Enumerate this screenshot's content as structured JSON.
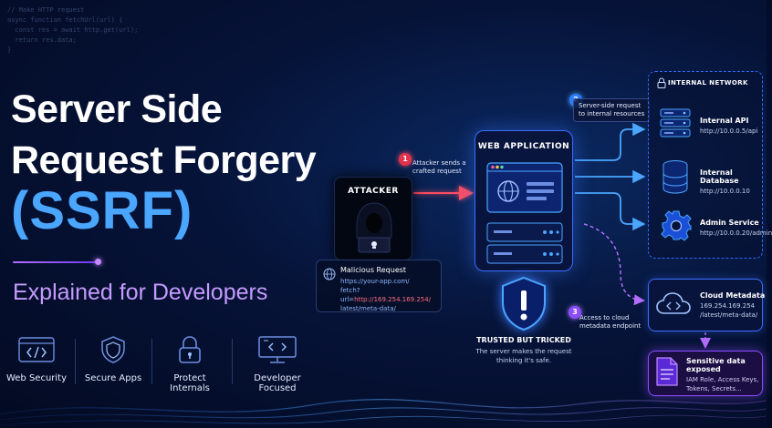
{
  "code_lines": [
    "// Make HTTP request",
    "async function fetchUrl(url) {",
    "  const res = await http.get(url);",
    "  return res.data;",
    "}"
  ],
  "title": {
    "line1": "Server Side",
    "line2": "Request Forgery",
    "acronym": "(SSRF)",
    "subtitle": "Explained for Developers"
  },
  "features": [
    {
      "label": "Web Security",
      "icon": "code-window-icon"
    },
    {
      "label": "Secure Apps",
      "icon": "shield-icon"
    },
    {
      "label": "Protect Internals",
      "icon": "lock-icon"
    },
    {
      "label": "Developer Focused",
      "icon": "monitor-code-icon"
    }
  ],
  "attacker": {
    "label": "ATTACKER"
  },
  "malicious_request": {
    "heading": "Malicious Request",
    "url_line1": "https://your-app.com/",
    "url_line2_prefix": "fetch?url=",
    "url_line2_red": "http://169.254.169.254/",
    "url_line3": "latest/meta-data/"
  },
  "step1": {
    "num": "1",
    "text_line1": "Attacker sends a",
    "text_line2": "crafted request"
  },
  "step2": {
    "num": "2",
    "text_line1": "Server-side request",
    "text_line2": "to internal resources"
  },
  "step3": {
    "num": "3",
    "text_line1": "Access to cloud",
    "text_line2": "metadata endpoint"
  },
  "web_app": {
    "label": "WEB APPLICATION"
  },
  "trusted": {
    "heading": "TRUSTED BUT TRICKED",
    "desc_line1": "The server makes the request",
    "desc_line2": "thinking it's safe."
  },
  "internal_network": {
    "title": "INTERNAL NETWORK",
    "services": [
      {
        "name": "Internal API",
        "url": "http://10.0.0.5/api",
        "icon": "server-rack-icon"
      },
      {
        "name": "Internal Database",
        "url": "http://10.0.0.10",
        "icon": "database-icon"
      },
      {
        "name": "Admin Service",
        "url": "http://10.0.0.20/admin",
        "icon": "gear-icon"
      }
    ]
  },
  "cloud_metadata": {
    "name": "Cloud Metadata",
    "url_line1": "169.254.169.254",
    "url_line2": "/latest/meta-data/"
  },
  "sensitive": {
    "name": "Sensitive data exposed",
    "desc_line1": "IAM Role, Access Keys,",
    "desc_line2": "Tokens, Secrets..."
  },
  "colors": {
    "accent_blue": "#4aa6ff",
    "accent_purple": "#b46cff",
    "danger_red": "#e2334a",
    "background": "#061338"
  }
}
